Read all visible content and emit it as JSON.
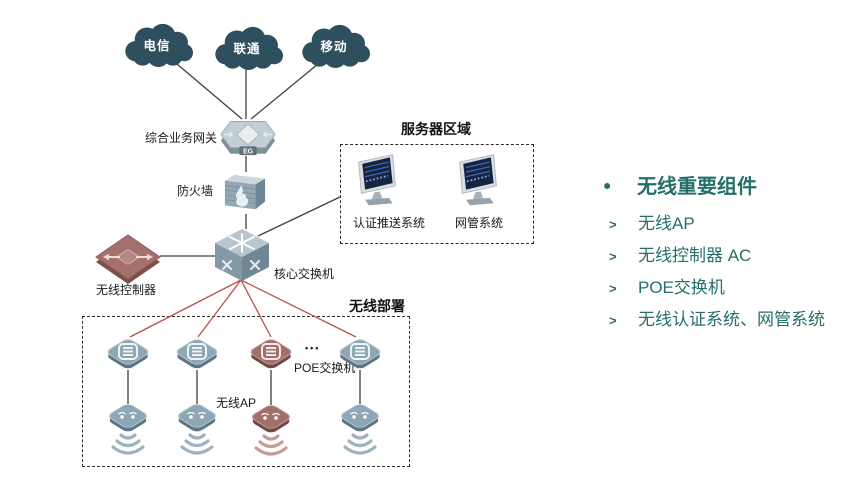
{
  "colors": {
    "accent_teal": "#266E68",
    "cloud_fill": "#2D4F5E",
    "red_line": "#B5524B",
    "line": "#3F3F3F",
    "blue_icon": "#8EA7B4",
    "red_icon": "#A2706C"
  },
  "diagram": {
    "clouds": [
      {
        "label": "电信"
      },
      {
        "label": "联通"
      },
      {
        "label": "移动"
      }
    ],
    "gateway": {
      "label": "综合业务网关",
      "badge": "EG"
    },
    "firewall": {
      "label": "防火墙"
    },
    "controller": {
      "label": "无线控制器"
    },
    "core_switch": {
      "label": "核心交换机"
    },
    "server_area": {
      "title": "服务器区域",
      "systems": [
        {
          "label": "认证推送系统"
        },
        {
          "label": "网管系统"
        }
      ]
    },
    "wireless_area": {
      "title": "无线部署",
      "poe_switch_label": "POE交换机",
      "ap_label": "无线AP",
      "ellipsis": "•••"
    }
  },
  "sidebar": {
    "bullet": "●",
    "marker": ">",
    "heading": "无线重要组件",
    "items": [
      "无线AP",
      "无线控制器 AC",
      "POE交换机",
      "无线认证系统、网管系统"
    ]
  }
}
